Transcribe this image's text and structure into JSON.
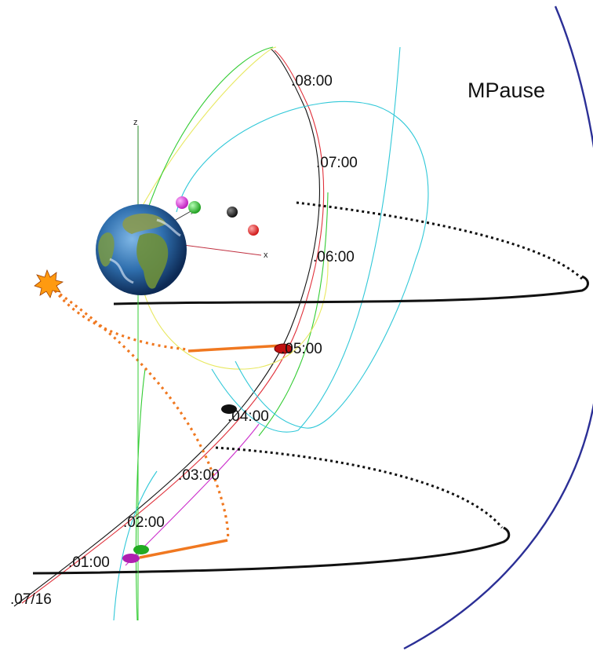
{
  "labels": {
    "magnetopause": "MPause",
    "axis_x": "x",
    "axis_y": "y",
    "axis_z": "z"
  },
  "time_labels": [
    {
      "id": "t0800",
      "text": ".08:00"
    },
    {
      "id": "t0700",
      "text": ".07:00"
    },
    {
      "id": "t0600",
      "text": ".06:00"
    },
    {
      "id": "t0500",
      "text": ".05:00"
    },
    {
      "id": "t0400",
      "text": ".04:00"
    },
    {
      "id": "t0300",
      "text": ".03:00"
    },
    {
      "id": "t0200",
      "text": ".02:00"
    },
    {
      "id": "t0100",
      "text": ".01:00"
    },
    {
      "id": "date",
      "text": ".07/16"
    }
  ],
  "colors": {
    "magnetopause": "#2b2f96",
    "field_lines": "#111111",
    "projection": "#f07820",
    "orbit_black": "#111111",
    "orbit_red": "#e0303a",
    "orbit_green": "#33cc33",
    "orbit_cyan": "#30c8d8",
    "orbit_yellow": "#e8e860",
    "orbit_magenta": "#cc30cc",
    "sun_burst": "#ff9a10"
  }
}
